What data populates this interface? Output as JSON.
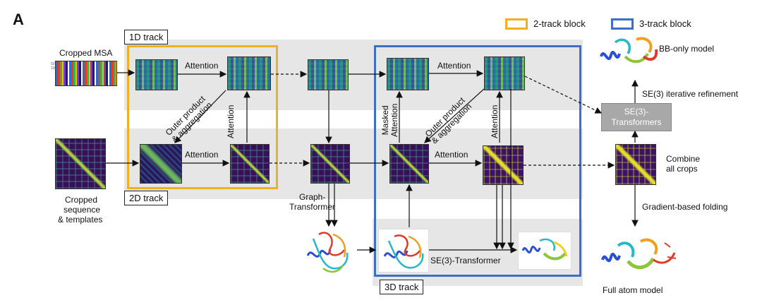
{
  "panel_letter": "A",
  "legend": {
    "two_track": "2-track block",
    "three_track": "3-track block",
    "two_track_color": "#f2b01e",
    "three_track_color": "#3d6fc4"
  },
  "tracks": {
    "one_d": "1D track",
    "two_d": "2D track",
    "three_d": "3D track"
  },
  "inputs": {
    "msa": "Cropped MSA",
    "seq_line1": "Cropped",
    "seq_line2": "sequence",
    "seq_line3": "& templates"
  },
  "ops": {
    "attention_1d_a": "Attention",
    "attention_2d_a": "Attention",
    "attention_vertical_a": "Attention",
    "outer_product_line1": "Outer product",
    "outer_product_line2": "& aggregation",
    "attention_1d_b": "Attention",
    "attention_2d_b": "Attention",
    "masked_attention_line1": "Masked",
    "masked_attention_line2": "Attention",
    "outer_product_b_line1": "Outer product",
    "outer_product_b_line2": "& aggregation",
    "attention_vertical_b": "Attention",
    "graph_transformer_line1": "Graph-",
    "graph_transformer_line2": "Transformer",
    "se3_transformer": "SE(3)-Transformer"
  },
  "outputs": {
    "bb_only": "BB-only model",
    "iterative_refinement": "SE(3) iterative refinement",
    "se3_box_line1": "SE(3)-",
    "se3_box_line2": "Transformers",
    "combine_line1": "Combine",
    "combine_line2": "all crops",
    "gradient_folding": "Gradient-based folding",
    "full_atom": "Full atom model"
  }
}
